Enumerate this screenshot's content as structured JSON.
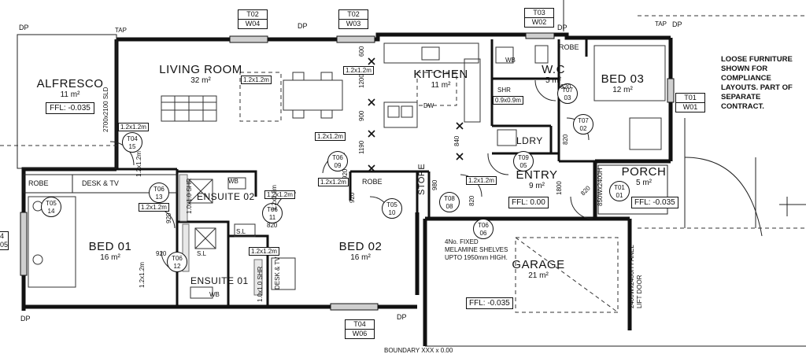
{
  "rooms": {
    "alfresco": {
      "name": "ALFRESCO",
      "area": "11 m²",
      "ffl": "FFL: -0.035"
    },
    "living": {
      "name": "LIVING ROOM",
      "area": "32 m²"
    },
    "kitchen": {
      "name": "KITCHEN",
      "area": "11 m²"
    },
    "wc": {
      "name": "W.C",
      "area": "5 m²"
    },
    "bed03": {
      "name": "BED 03",
      "area": "12 m²"
    },
    "porch": {
      "name": "PORCH",
      "area": "5 m²",
      "ffl": "FFL: -0.035"
    },
    "entry": {
      "name": "ENTRY",
      "area": "9 m²",
      "ffl": "FFL: 0.00"
    },
    "bed02": {
      "name": "BED 02",
      "area": "16 m²"
    },
    "ensuite02": {
      "name": "ENSUITE 02"
    },
    "ensuite01": {
      "name": "ENSUITE 01"
    },
    "bed01": {
      "name": "BED 01",
      "area": "16 m²"
    },
    "garage": {
      "name": "GARAGE",
      "area": "21 m²",
      "ffl": "FFL: -0.035"
    },
    "ldry": {
      "name": "LDRY"
    },
    "store": {
      "name": "STORE"
    }
  },
  "labels": {
    "robe1": "ROBE",
    "robe2": "ROBE",
    "robe3": "ROBE",
    "desk_tv_top": "DESK & TV",
    "desk_tv_side": "DESK & TV",
    "wb1": "WB",
    "wb2": "WB",
    "wb3": "WB",
    "dw": "DW",
    "shr": "SHR",
    "shr_dim": "0.9x0.9m",
    "sl1": "S.L",
    "sl2": "S.L",
    "shr1": "1.0x1.0 SHR",
    "shr2": "1.0x1.0 SHR",
    "sld": "2700x2100 SLD",
    "garage_door": "2400Wx2400H PANEL LIFT DOOR",
    "porch_door": "820",
    "porch_dim": "850Wx2400H",
    "tap1": "TAP",
    "tap2": "TAP",
    "dp1": "DP",
    "dp2": "DP",
    "dp3": "DP",
    "dp4": "DP",
    "dp5": "DP",
    "dp6": "DP",
    "shelves1": "4No. FIXED",
    "shelves2": "MELAMINE SHELVES",
    "shelves3": "UPTO 1950mm HIGH.",
    "boundary": "BOUNDARY XXX x 0.00"
  },
  "furniture_note": [
    "LOOSE FURNITURE",
    "SHOWN FOR",
    "COMPLIANCE",
    "LAYOUTS. PART OF",
    "SEPARATE",
    "CONTRACT."
  ],
  "window_tags": [
    {
      "t": "T02",
      "w": "W04"
    },
    {
      "t": "T02",
      "w": "W03"
    },
    {
      "t": "T03",
      "w": "W02"
    },
    {
      "t": "T01",
      "w": "W01"
    },
    {
      "t": "T04",
      "w": "W06"
    }
  ],
  "door_tags": [
    {
      "a": "T04",
      "b": "15"
    },
    {
      "a": "T06",
      "b": "09"
    },
    {
      "a": "T07",
      "b": "03"
    },
    {
      "a": "T07",
      "b": "02"
    },
    {
      "a": "T09",
      "b": "05"
    },
    {
      "a": "T01",
      "b": "01"
    },
    {
      "a": "T05",
      "b": "14"
    },
    {
      "a": "T06",
      "b": "13"
    },
    {
      "a": "T06",
      "b": "11"
    },
    {
      "a": "T05",
      "b": "10"
    },
    {
      "a": "T08",
      "b": "08"
    },
    {
      "a": "T06",
      "b": "06"
    },
    {
      "a": "T06",
      "b": "12"
    }
  ],
  "dimensions": {
    "d600": "600",
    "d1200": "1200",
    "d900": "900",
    "d1190": "1190",
    "d840": "840",
    "d820a": "820",
    "d820b": "820",
    "d820c": "820",
    "d820d": "820",
    "d980": "980",
    "d1800": "1800",
    "d920a": "920",
    "d920b": "920",
    "d920c": "920",
    "d920d": "920",
    "m12a": "1.2x1.2m",
    "m12b": "1.2x1.2m",
    "m12c": "1.2x1.2m",
    "m12d": "1.2x1.2m",
    "m12e": "1.2x1.2m",
    "m12f": "1.2x1.2m",
    "m12g": "1.2x1.2m",
    "m12h": "1.2x1.2m",
    "m12i": "1.2x1.2m",
    "m12j": "1.2x1.2m",
    "m12k": "1.2x1.2m",
    "m12l": "1.2x1.2m"
  },
  "edge_tags": {
    "left_a": "4",
    "left_b": "05"
  }
}
